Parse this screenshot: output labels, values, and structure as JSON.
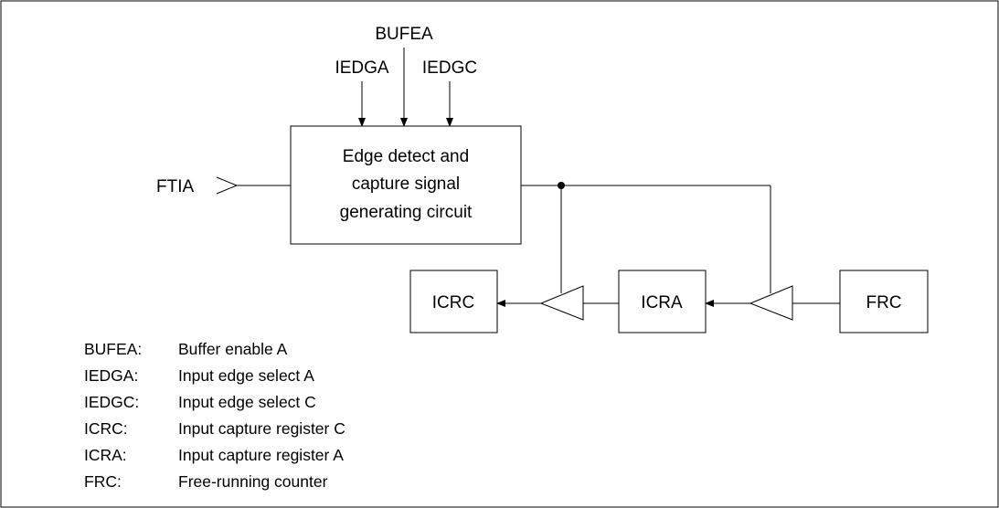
{
  "signals": {
    "bufea": "BUFEA",
    "iedga": "IEDGA",
    "iedgc": "IEDGC",
    "ftia": "FTIA"
  },
  "blocks": {
    "edge_detect": {
      "lines": [
        "Edge detect and",
        "capture signal",
        "generating circuit"
      ]
    },
    "icrc": "ICRC",
    "icra": "ICRA",
    "frc": "FRC"
  },
  "legend": [
    {
      "term": "BUFEA:",
      "desc": "Buffer enable A"
    },
    {
      "term": "IEDGA:",
      "desc": "Input edge select A"
    },
    {
      "term": "IEDGC:",
      "desc": "Input edge select C"
    },
    {
      "term": "ICRC:",
      "desc": "Input capture register C"
    },
    {
      "term": "ICRA:",
      "desc": "Input capture register A"
    },
    {
      "term": "FRC:",
      "desc": "Free-running counter"
    }
  ]
}
